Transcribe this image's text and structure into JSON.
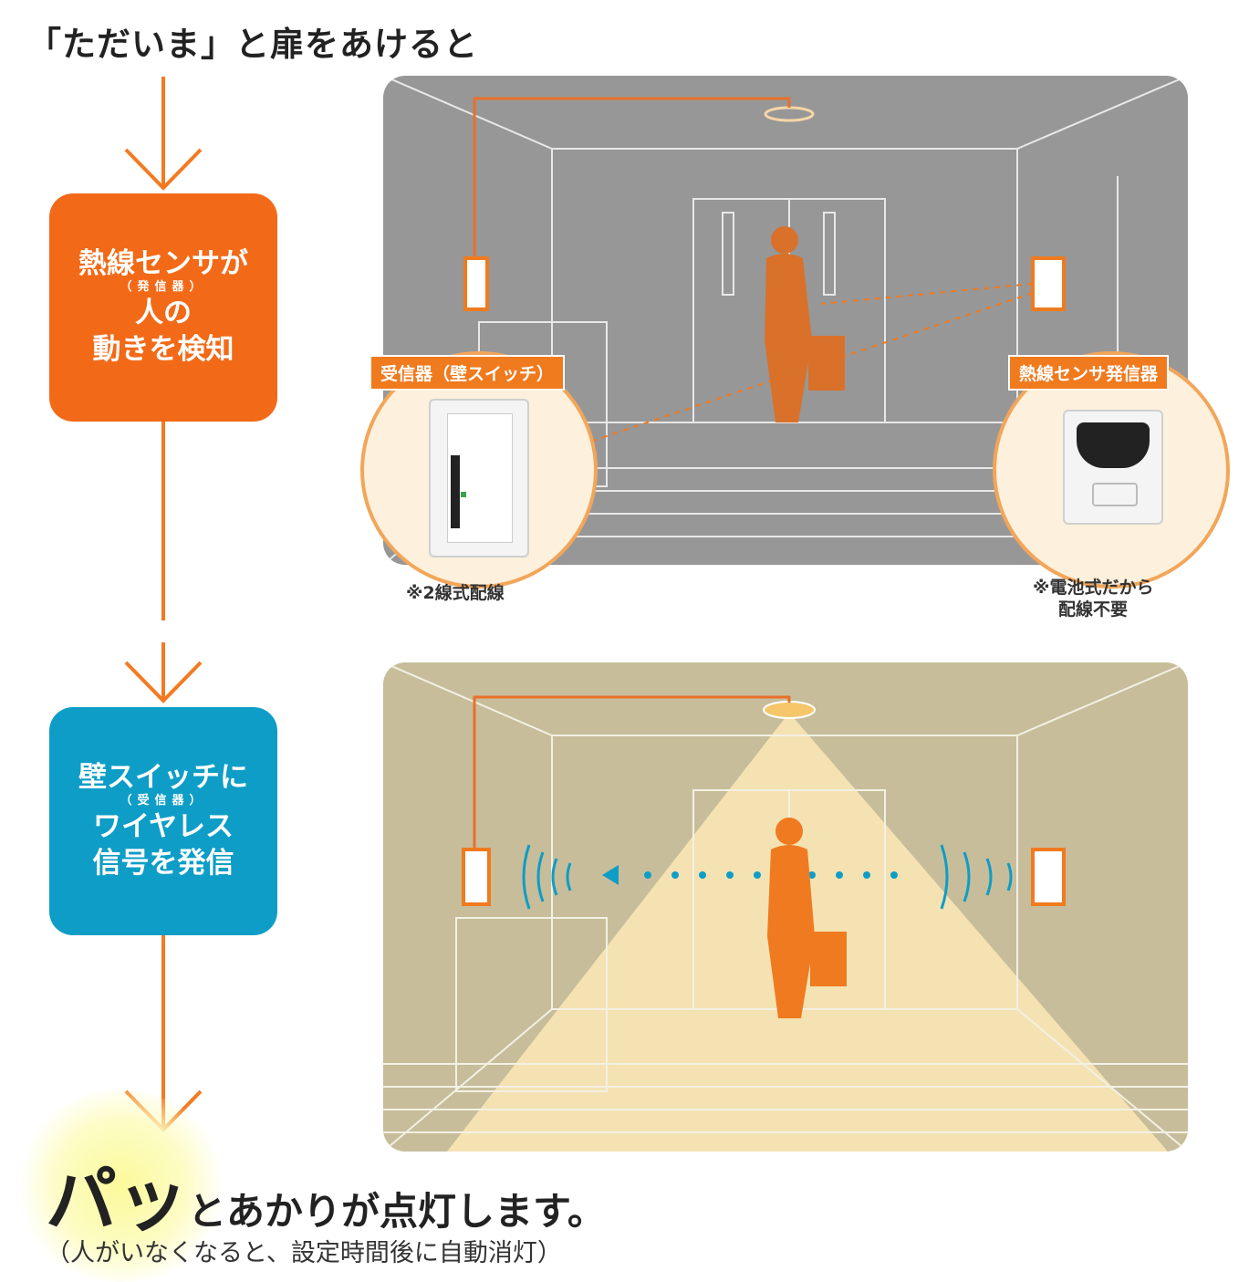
{
  "title": "「ただいま」と扉をあけると",
  "step1": {
    "line1": "熱線センサが",
    "sub": "（発信器）",
    "line2": "人の",
    "line3": "動きを検知"
  },
  "step2": {
    "line1": "壁スイッチに",
    "sub": "（受信器）",
    "line2": "ワイヤレス",
    "line3": "信号を発信"
  },
  "receiver_label": "受信器（壁スイッチ）",
  "sensor_label": "熱線センサ発信器",
  "receiver_note": "※2線式配線",
  "sensor_note_line1": "※電池式だから",
  "sensor_note_line2": "配線不要",
  "final": {
    "big": "パッ",
    "text": "とあかりが点灯します。"
  },
  "final_note": "（人がいなくなると、設定時間後に自動消灯）",
  "colors": {
    "orange": "#f26a17",
    "blue": "#0e9dc6",
    "scene_gray": "#979797",
    "scene_warm": "#c7bd9a"
  }
}
